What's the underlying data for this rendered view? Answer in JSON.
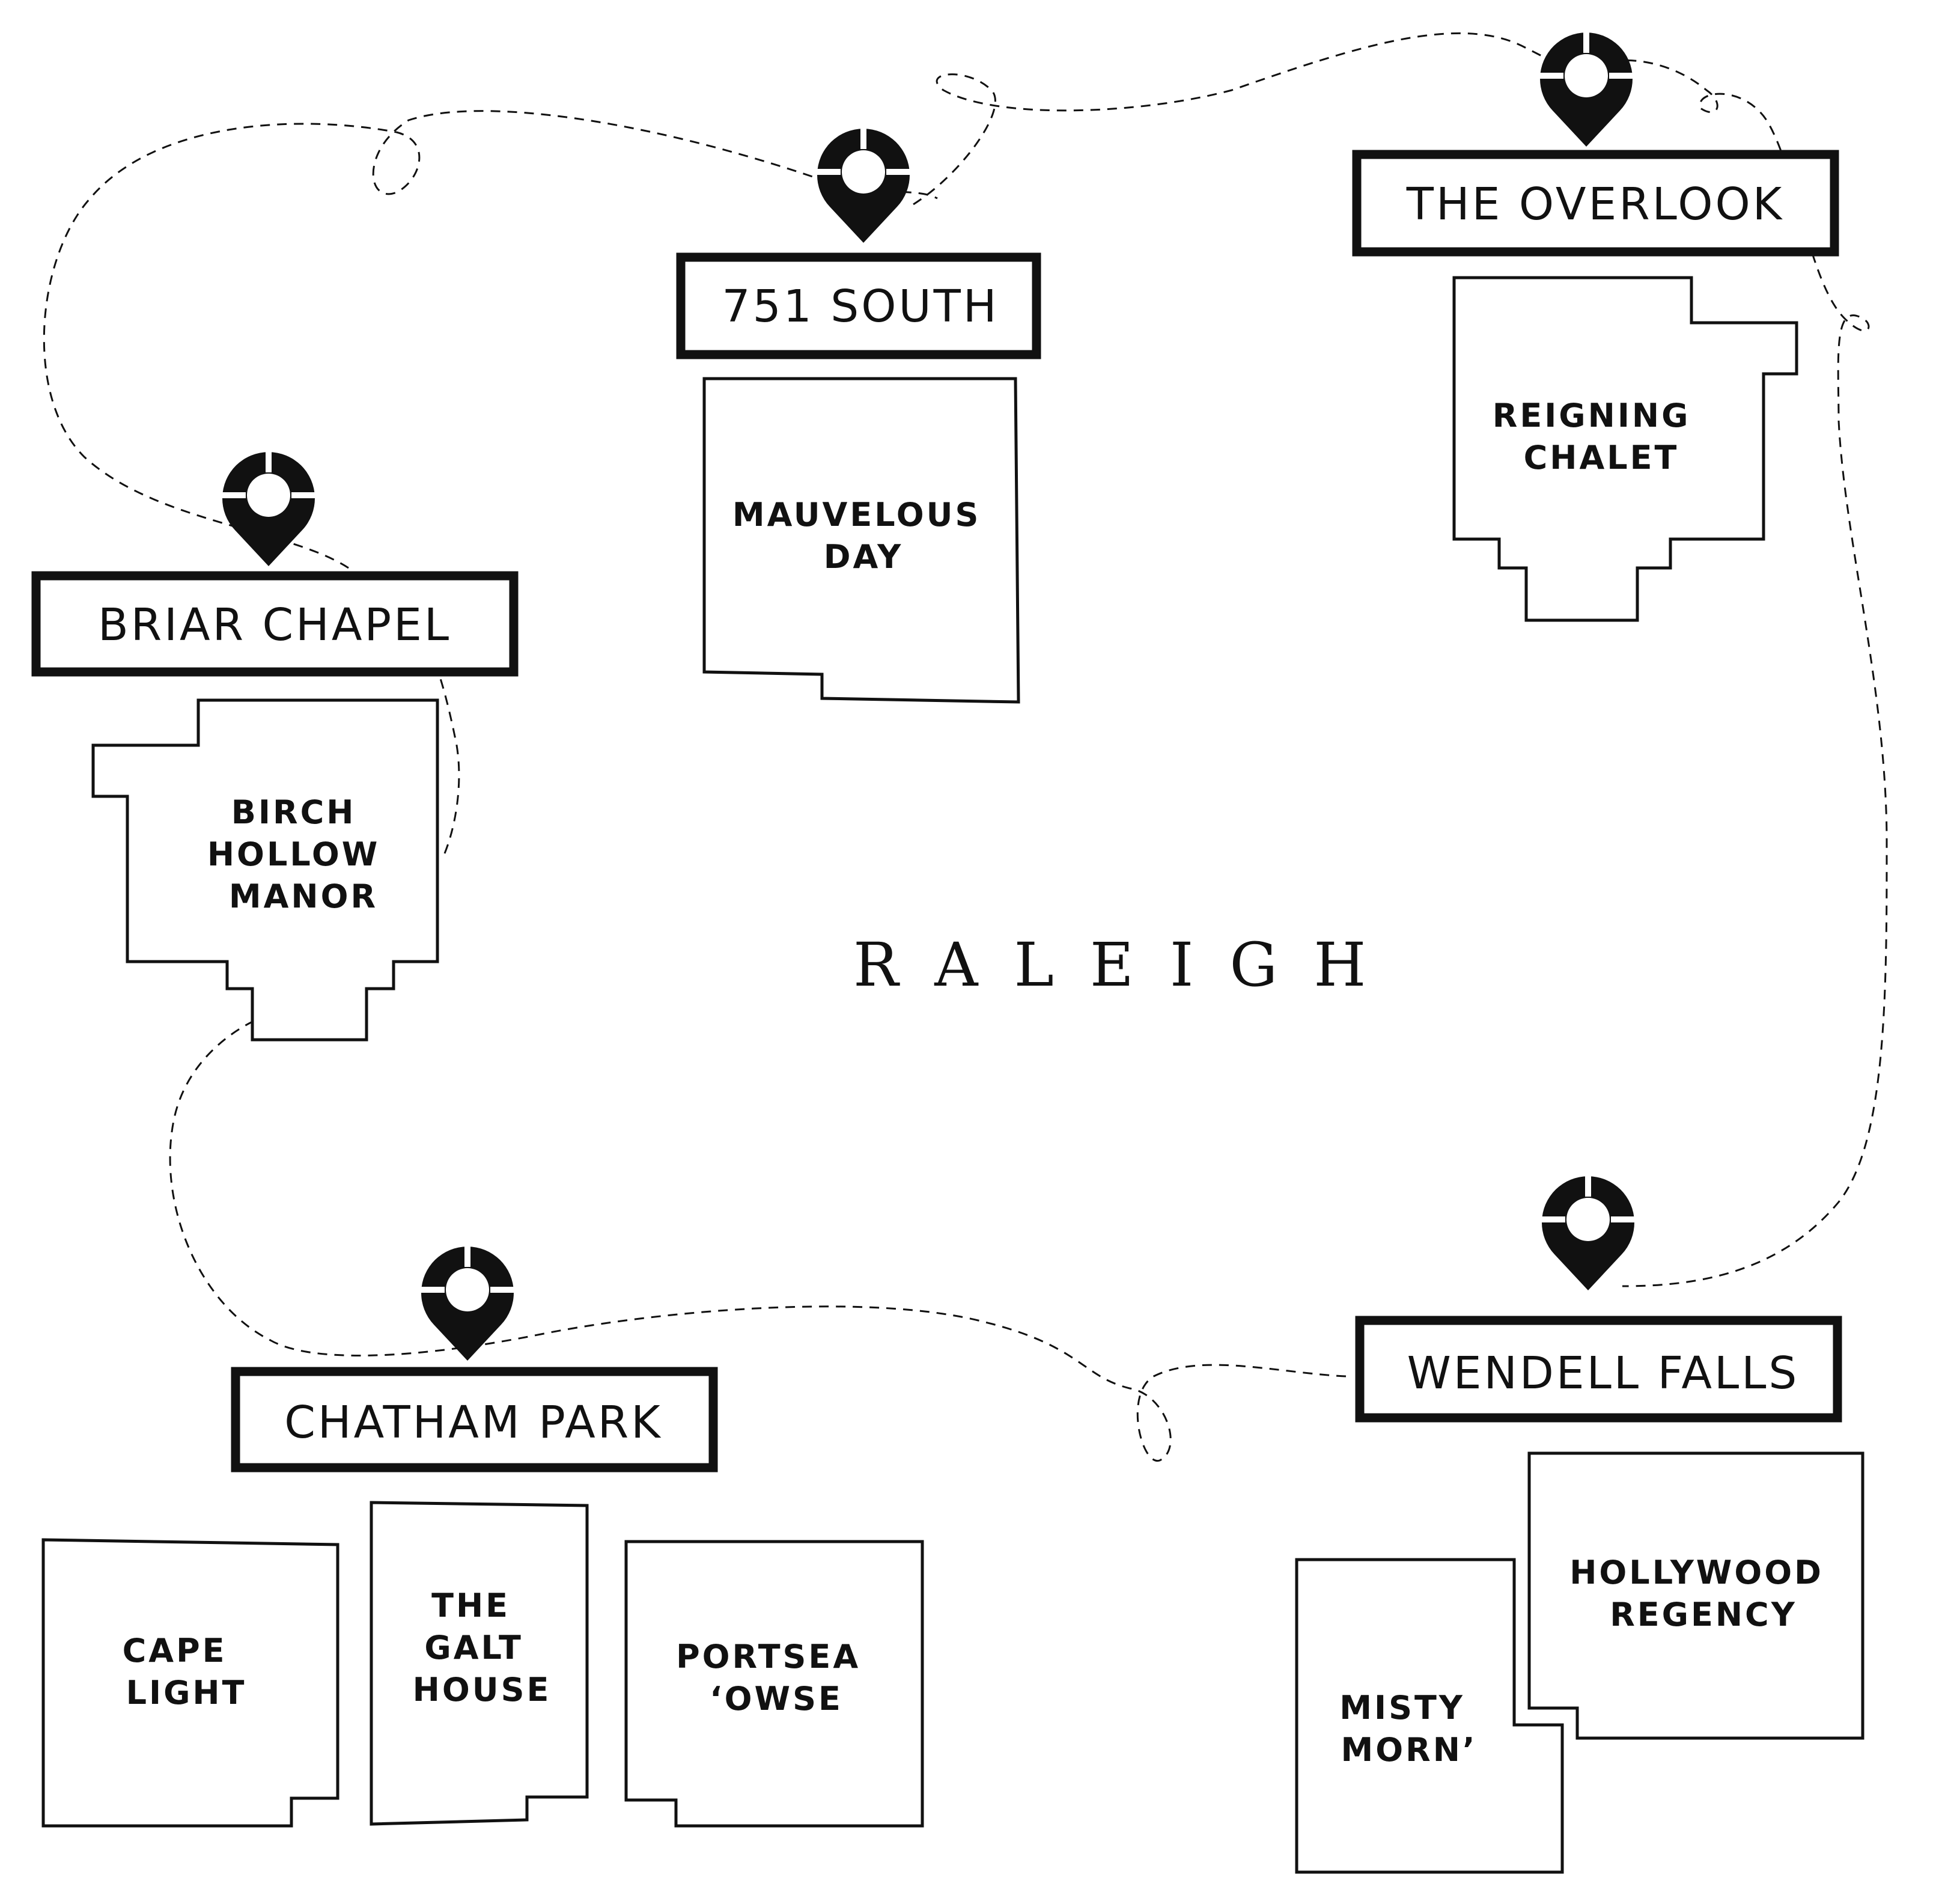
{
  "map": {
    "city": "RALEIGH",
    "colors": {
      "ink": "#111111",
      "background": "#ffffff"
    },
    "communities": [
      {
        "name": "BRIAR CHAPEL",
        "icon": "map-pin-icon",
        "homes": [
          {
            "lines": [
              "BIRCH",
              "HOLLOW",
              "MANOR"
            ]
          }
        ]
      },
      {
        "name": "751 SOUTH",
        "icon": "map-pin-icon",
        "homes": [
          {
            "lines": [
              "MAUVELOUS",
              "DAY"
            ]
          }
        ]
      },
      {
        "name": "THE OVERLOOK",
        "icon": "map-pin-icon",
        "homes": [
          {
            "lines": [
              "REIGNING",
              "CHALET"
            ]
          }
        ]
      },
      {
        "name": "CHATHAM PARK",
        "icon": "map-pin-icon",
        "homes": [
          {
            "lines": [
              "CAPE",
              "LIGHT"
            ]
          },
          {
            "lines": [
              "THE",
              "GALT",
              "HOUSE"
            ]
          },
          {
            "lines": [
              "PORTSEA",
              "‘OWSE"
            ]
          }
        ]
      },
      {
        "name": "WENDELL FALLS",
        "icon": "map-pin-icon",
        "homes": [
          {
            "lines": [
              "HOLLYWOOD",
              "REGENCY"
            ]
          },
          {
            "lines": [
              "MISTY",
              "MORN’"
            ]
          }
        ]
      }
    ]
  }
}
